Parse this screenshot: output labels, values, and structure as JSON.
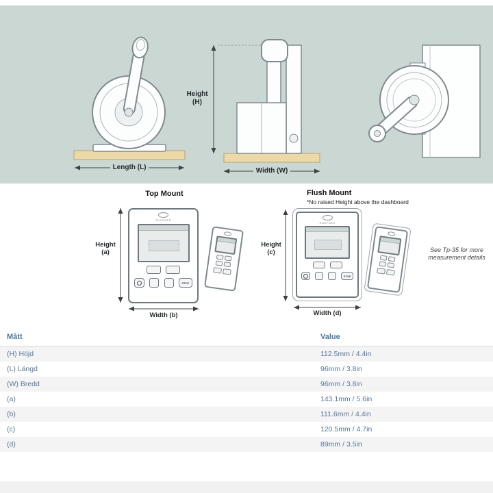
{
  "colors": {
    "sage_background": "#cbd7d2",
    "wood_base": "#ecd9a6",
    "line_art": "#7e8a8e",
    "table_header_blue": "#4779a4",
    "table_text_blue": "#55779b",
    "row_stripe": "#f4f4f4"
  },
  "top": {
    "length_label": "Length (L)",
    "height_line1": "Height",
    "height_line2": "(H)",
    "width_label": "Width (W)"
  },
  "mount": {
    "top_title": "Top Mount",
    "flush_title": "Flush Mount",
    "flush_note": "*No raised Height above the dashboard",
    "height_a1": "Height",
    "height_a2": "(a)",
    "width_b": "Width (b)",
    "height_c1": "Height",
    "height_c2": "(c)",
    "width_d": "Width (d)",
    "note1": "See Tp-35 for more",
    "note2": "measurement details",
    "brand": "SLEIPNER",
    "stop": "STOP"
  },
  "table": {
    "header_label": "Mått",
    "header_value": "Value",
    "rows": [
      {
        "label": "(H) Höjd",
        "value": "112.5mm / 4.4in"
      },
      {
        "label": "(L) Längd",
        "value": "96mm / 3.8in"
      },
      {
        "label": "(W) Bredd",
        "value": "96mm / 3.8in"
      },
      {
        "label": "(a)",
        "value": "143.1mm / 5.6in"
      },
      {
        "label": "(b)",
        "value": "111.6mm / 4.4in"
      },
      {
        "label": "(c)",
        "value": "120.5mm / 4.7in"
      },
      {
        "label": "(d)",
        "value": "89mm / 3.5in"
      }
    ]
  }
}
